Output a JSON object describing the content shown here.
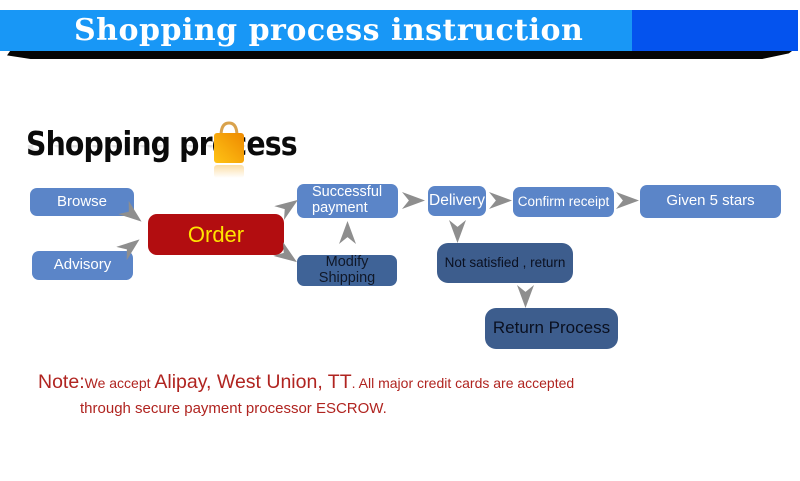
{
  "header": {
    "title": "Shopping process instruction"
  },
  "section": {
    "title": "Shopping process",
    "icon": "shopping-bag-icon"
  },
  "flowchart": {
    "nodes": {
      "browse": "Browse",
      "advisory": "Advisory",
      "order": "Order",
      "successful_payment": "Successful payment",
      "modify_shipping": "Modify Shipping",
      "delivery": "Delivery",
      "confirm_receipt": "Confirm receipt",
      "given_stars": "Given 5 stars",
      "not_satisfied": "Not satisfied , return",
      "return_process": "Return Process"
    },
    "edges": [
      {
        "from": "Browse",
        "to": "Order"
      },
      {
        "from": "Advisory",
        "to": "Order"
      },
      {
        "from": "Order",
        "to": "Successful payment"
      },
      {
        "from": "Order",
        "to": "Modify Shipping"
      },
      {
        "from": "Modify Shipping",
        "to": "Successful payment"
      },
      {
        "from": "Successful payment",
        "to": "Delivery"
      },
      {
        "from": "Delivery",
        "to": "Confirm receipt"
      },
      {
        "from": "Delivery",
        "to": "Not satisfied , return"
      },
      {
        "from": "Confirm receipt",
        "to": "Given 5 stars"
      },
      {
        "from": "Not satisfied , return",
        "to": "Return Process"
      }
    ]
  },
  "note": {
    "label": "Note:",
    "accept": "We accept ",
    "methods": "Alipay, West Union, TT",
    "line1_rest": ". All major credit cards are accepted",
    "line2": "through secure payment processor ESCROW."
  },
  "colors": {
    "banner_light_blue": "#1897f6",
    "banner_dark_blue": "#0453ee",
    "banner_text": "#ffffff",
    "node_blue": "#5b85c8",
    "node_steel_blue": "#3f6397",
    "node_navy": "#3d5d8d",
    "order_red": "#b20d10",
    "order_text_yellow": "#ffe400",
    "arrow_gray": "#8e8e8e",
    "note_red": "#b02420",
    "bag_orange_top": "#ee8a00",
    "bag_orange_bottom": "#ffc415"
  }
}
